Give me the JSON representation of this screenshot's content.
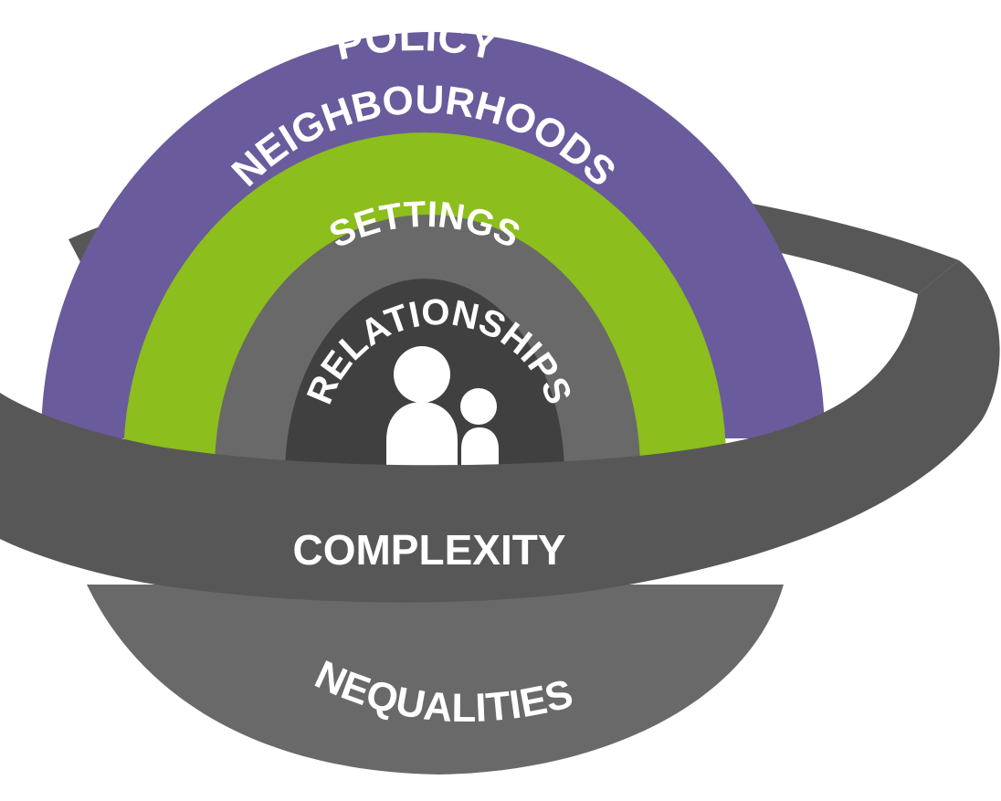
{
  "layers": {
    "policy": {
      "label": "POLICY",
      "color": "#6a5b9c"
    },
    "neighbourhoods": {
      "label": "NEIGHBOURHOODS",
      "color": "#8cbe1d"
    },
    "settings": {
      "label": "SETTINGS",
      "color": "#696969"
    },
    "relationships": {
      "label": "RELATIONSHIPS",
      "color": "#404040"
    }
  },
  "ring": {
    "label": "COMPLEXITY",
    "color": "#575757"
  },
  "base": {
    "label": "INEQUALITIES",
    "color": "#696969"
  },
  "icons": [
    "parent-child-icon"
  ]
}
